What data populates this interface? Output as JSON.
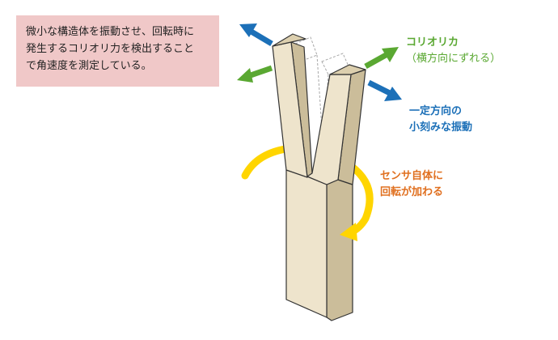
{
  "description": {
    "lines": [
      "微小な構造体を振動させ、回転時に",
      "発生するコリオリ力を検出すること",
      "で角速度を測定している。"
    ]
  },
  "labels": {
    "coriolis": {
      "title": "コリオリカ",
      "sub": "（横方向にずれる）"
    },
    "vibration": {
      "line1": "一定方向の",
      "line2": "小刻みな振動"
    },
    "rotation": {
      "line1": "センサ自体に",
      "line2": "回転が加わる"
    }
  },
  "colors": {
    "coriolis": "#5aa832",
    "vibration": "#1c70b8",
    "rotation": "#e07020",
    "rotation_arrow": "#ffd500",
    "callout_bg": "#f0c8c8",
    "body_face": "#eee4cc",
    "body_side": "#cbbd9a"
  }
}
